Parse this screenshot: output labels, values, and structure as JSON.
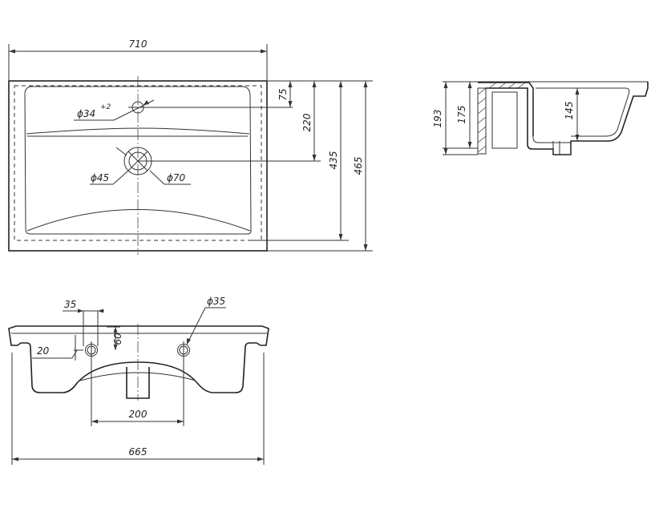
{
  "dimensions": {
    "overall_width": "710",
    "hole_offset": "75",
    "drain_offset": "220",
    "inner_depth": "435",
    "overall_depth": "465",
    "tap_hole_diameter": "ϕ34",
    "tap_hole_tolerance": "+2",
    "drain_diameter_inner": "ϕ45",
    "drain_diameter_outer": "ϕ70",
    "side_height_outer": "193",
    "side_height_inner": "175",
    "side_bowl_depth": "145",
    "front_hole_offset_x": "35",
    "front_hole_diameter": "ϕ35",
    "front_hole_height": "60",
    "front_hole_offset_y": "20",
    "front_hole_spacing": "200",
    "front_width": "665"
  }
}
